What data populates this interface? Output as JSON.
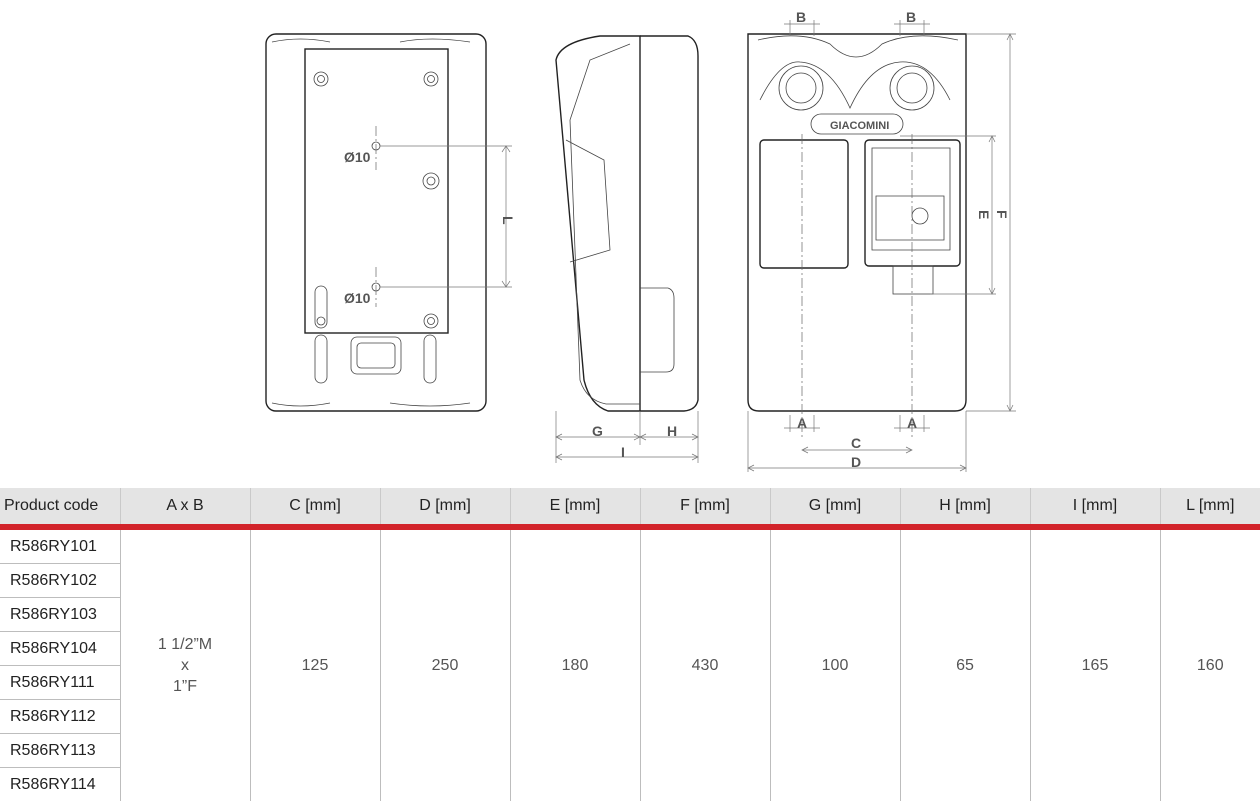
{
  "drawing": {
    "left_view": {
      "hole_label_top": "Ø10",
      "hole_label_bottom": "Ø10",
      "dim_l": "L"
    },
    "side_view": {
      "dim_g": "G",
      "dim_h": "H",
      "dim_i": "I"
    },
    "front_view": {
      "dim_b_left": "B",
      "dim_b_right": "B",
      "dim_a_left": "A",
      "dim_a_right": "A",
      "dim_c": "C",
      "dim_d": "D",
      "dim_e": "E",
      "dim_f": "F",
      "logo": "GIACOMINI"
    }
  },
  "table": {
    "headers": [
      "Product code",
      "A x B",
      "C [mm]",
      "D [mm]",
      "E [mm]",
      "F [mm]",
      "G [mm]",
      "H [mm]",
      "I [mm]",
      "L [mm]"
    ],
    "codes": [
      "R586RY101",
      "R586RY102",
      "R586RY103",
      "R586RY104",
      "R586RY111",
      "R586RY112",
      "R586RY113",
      "R586RY114"
    ],
    "ab": {
      "line1": "1 1/2”M",
      "line2": "x",
      "line3": "1”F"
    },
    "values": {
      "c": "125",
      "d": "250",
      "e": "180",
      "f": "430",
      "g": "100",
      "h": "65",
      "i": "165",
      "l": "160"
    }
  },
  "colors": {
    "header_bg": "#e4e4e4",
    "accent_red": "#d2232a"
  }
}
